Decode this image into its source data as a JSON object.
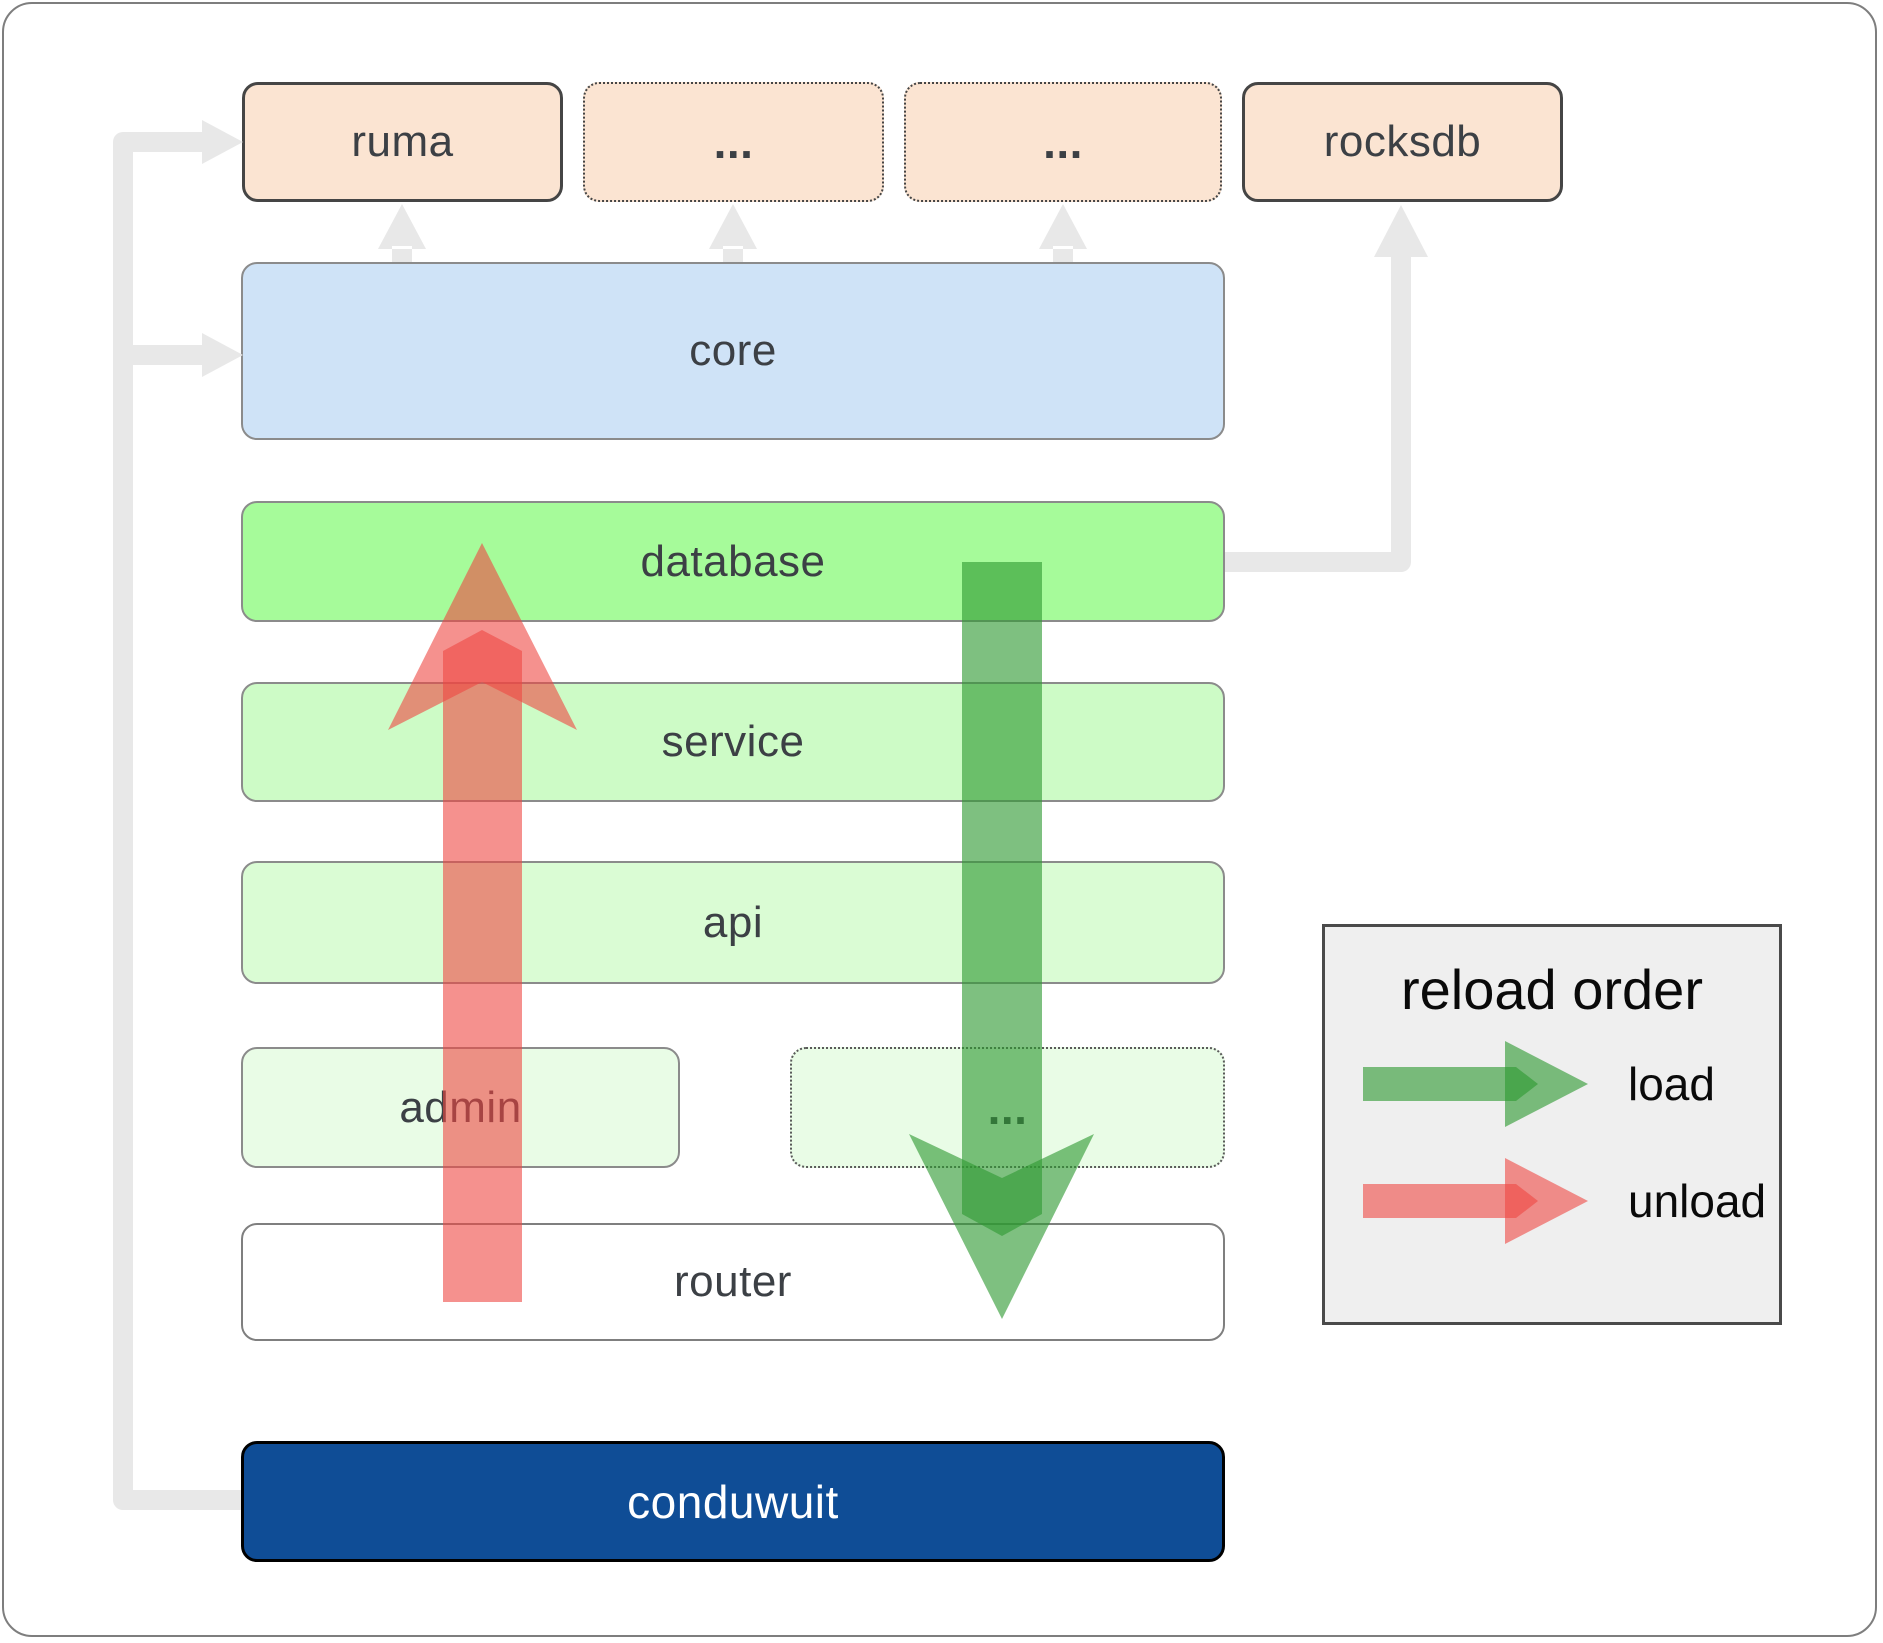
{
  "diagram": {
    "top_row": {
      "ruma": {
        "label": "ruma"
      },
      "dep_more_1": {
        "label": "..."
      },
      "dep_more_2": {
        "label": "..."
      },
      "rocksdb": {
        "label": "rocksdb"
      }
    },
    "layers": {
      "core": {
        "label": "core"
      },
      "database": {
        "label": "database"
      },
      "service": {
        "label": "service"
      },
      "api": {
        "label": "api"
      },
      "admin": {
        "label": "admin"
      },
      "admin_more": {
        "label": "..."
      },
      "router": {
        "label": "router"
      },
      "conduwuit": {
        "label": "conduwuit"
      }
    }
  },
  "legend": {
    "title": "reload order",
    "items": [
      {
        "label": "load",
        "color": "#2f9a32"
      },
      {
        "label": "unload",
        "color": "#ee4743"
      }
    ]
  },
  "colors": {
    "peach_fill": "#fbe4d2",
    "core_blue": "#cfe3f7",
    "db_green": "#a6fb9a",
    "service_green": "#cdfbc6",
    "api_green": "#dafcd4",
    "admin_green": "#e9fce6",
    "conduwuit_blue": "#0f4d96",
    "legend_bg": "#efefef",
    "connector_gray": "#e8e8e8"
  }
}
